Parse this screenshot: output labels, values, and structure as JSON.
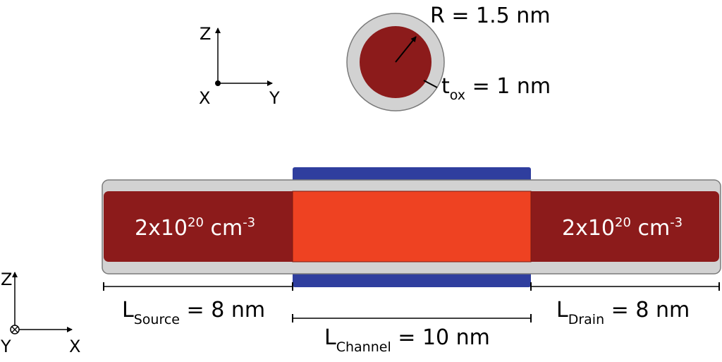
{
  "colors": {
    "oxide": "#d2d2d2",
    "doped_region": "#8c1b1b",
    "channel": "#ee4222",
    "gate": "#2f3e9e",
    "outline": "#7a7a7a",
    "ink": "#000000",
    "doping_text": "#ffffff"
  },
  "top_axes": {
    "z": "Z",
    "y": "Y",
    "x": "X"
  },
  "bottom_axes": {
    "z": "Z",
    "y": "Y",
    "x": "X"
  },
  "cross_section": {
    "radius": {
      "text": "R = 1.5 nm"
    },
    "oxide": {
      "main": "t",
      "sub": "ox",
      "rest": " = 1 nm"
    }
  },
  "source_doping": {
    "base": "2x10",
    "exp": "20",
    "unit": " cm",
    "unit_exp": "-3"
  },
  "drain_doping": {
    "base": "2x10",
    "exp": "20",
    "unit": " cm",
    "unit_exp": "-3"
  },
  "dims": {
    "source": {
      "main": "L",
      "sub": "Source",
      "rest": " = 8 nm"
    },
    "channel": {
      "main": "L",
      "sub": "Channel",
      "rest": " = 10 nm"
    },
    "drain": {
      "main": "L",
      "sub": "Drain",
      "rest": " = 8 nm"
    }
  }
}
